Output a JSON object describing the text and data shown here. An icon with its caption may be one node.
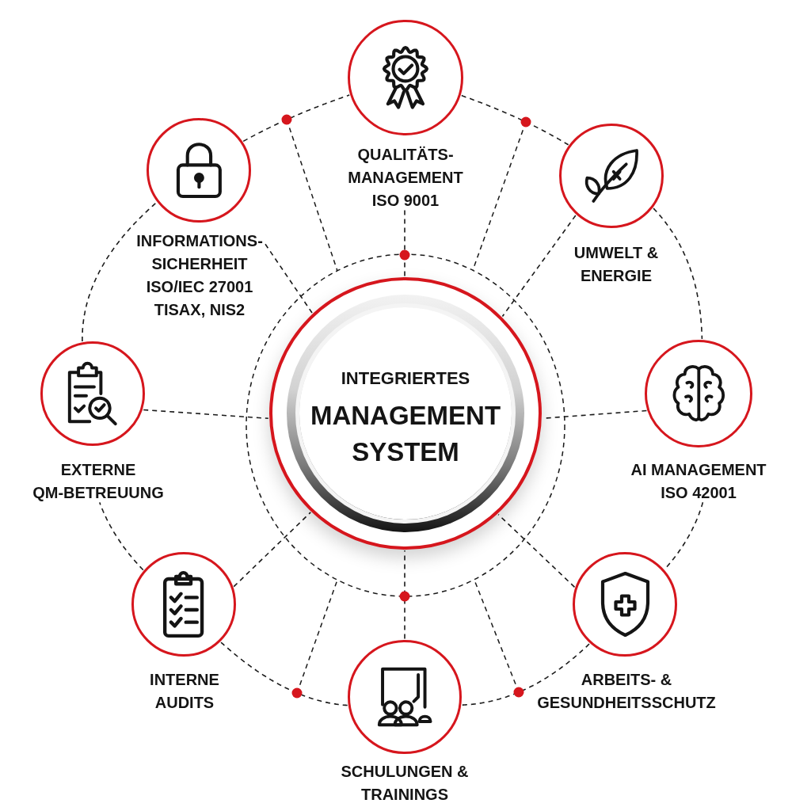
{
  "diagram": {
    "nodes": [
      {
        "text": [
          "INTEGRIERTES",
          "MANAGEMENT SYSTEM"
        ]
      },
      {
        "text": [
          "QUALITÄTS- MANAGEMENT ISO 9001"
        ]
      },
      {
        "text": [
          "UMWELT & ENERGIE"
        ]
      },
      {
        "text": [
          "AI MANAGEMENT ISO 42001"
        ]
      },
      {
        "text": [
          "ARBEITS- & GESUNDHEITSSCHUTZ"
        ]
      },
      {
        "text": [
          "SCHULUNGEN & TRAININGS"
        ]
      },
      {
        "text": [
          "INTERNE AUDITS"
        ]
      },
      {
        "text": [
          "EXTERNE QM-BETREUUNG"
        ]
      },
      {
        "text": [
          "INFORMATIONS- SICHERHEIT ISO/IEC 27001 TISAX, NIS2"
        ]
      }
    ],
    "edges": [
      {
        "from": 1,
        "to": 0,
        "arrow": "none",
        "style": "dashed"
      },
      {
        "from": 2,
        "to": 0,
        "arrow": "none",
        "style": "dashed"
      },
      {
        "from": 3,
        "to": 0,
        "arrow": "none",
        "style": "dashed"
      },
      {
        "from": 4,
        "to": 0,
        "arrow": "none",
        "style": "dashed"
      },
      {
        "from": 5,
        "to": 0,
        "arrow": "none",
        "style": "dashed"
      },
      {
        "from": 6,
        "to": 0,
        "arrow": "none",
        "style": "dashed"
      },
      {
        "from": 7,
        "to": 0,
        "arrow": "none",
        "style": "dashed"
      },
      {
        "from": 8,
        "to": 0,
        "arrow": "none",
        "style": "dashed"
      },
      {
        "from": 1,
        "to": 2,
        "arrow": "none",
        "style": "dashed"
      },
      {
        "from": 2,
        "to": 3,
        "arrow": "none",
        "style": "dashed"
      },
      {
        "from": 3,
        "to": 4,
        "arrow": "none",
        "style": "dashed"
      },
      {
        "from": 4,
        "to": 5,
        "arrow": "none",
        "style": "dashed"
      },
      {
        "from": 5,
        "to": 6,
        "arrow": "none",
        "style": "dashed"
      },
      {
        "from": 6,
        "to": 7,
        "arrow": "none",
        "style": "dashed"
      },
      {
        "from": 7,
        "to": 8,
        "arrow": "none",
        "style": "dashed"
      },
      {
        "from": 8,
        "to": 1,
        "arrow": "none",
        "style": "dashed"
      }
    ]
  }
}
